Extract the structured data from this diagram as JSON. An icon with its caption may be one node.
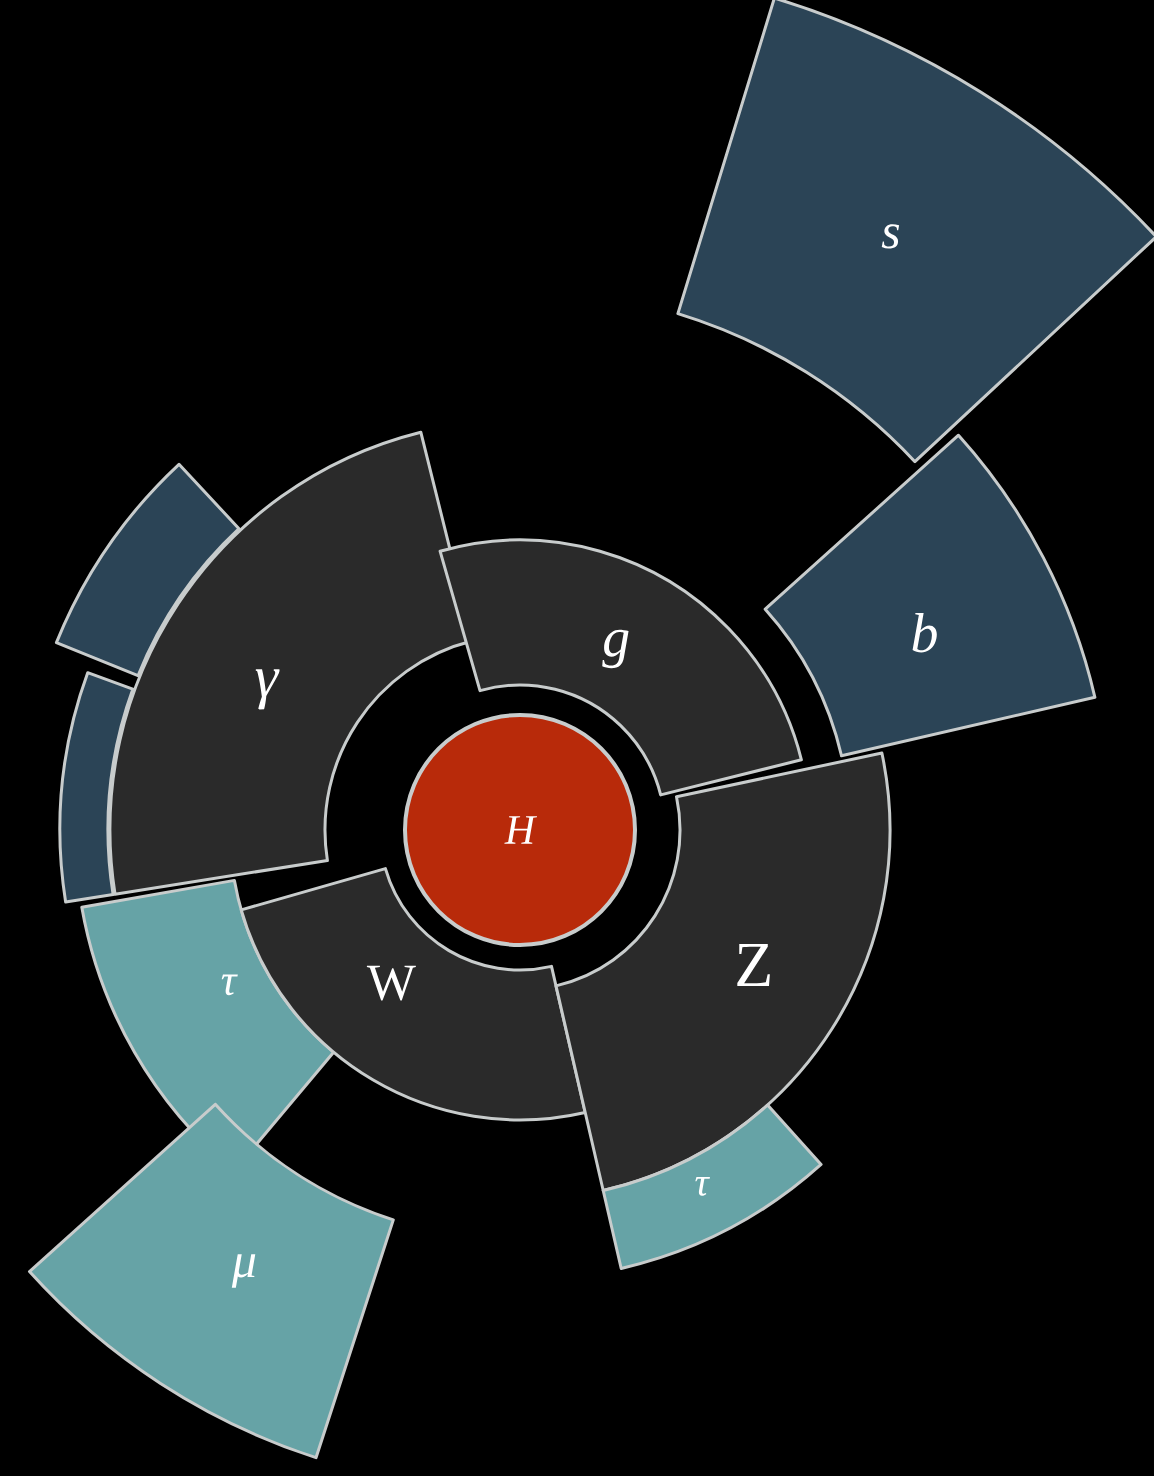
{
  "diagram": {
    "nodes": [
      {
        "text": [
          "s"
        ]
      },
      {
        "text": [],
        "shape": "box"
      },
      {
        "text": [
          "b"
        ]
      },
      {
        "text": [
          "γ"
        ]
      },
      {
        "text": [
          "g"
        ]
      },
      {
        "text": [],
        "shape": "box"
      },
      {
        "text": [
          "H"
        ]
      },
      {
        "text": [
          "τ"
        ]
      },
      {
        "text": [
          "W"
        ]
      },
      {
        "text": [
          "Z"
        ]
      },
      {
        "text": [
          "μ"
        ]
      },
      {
        "text": [
          "τ"
        ]
      }
    ]
  }
}
